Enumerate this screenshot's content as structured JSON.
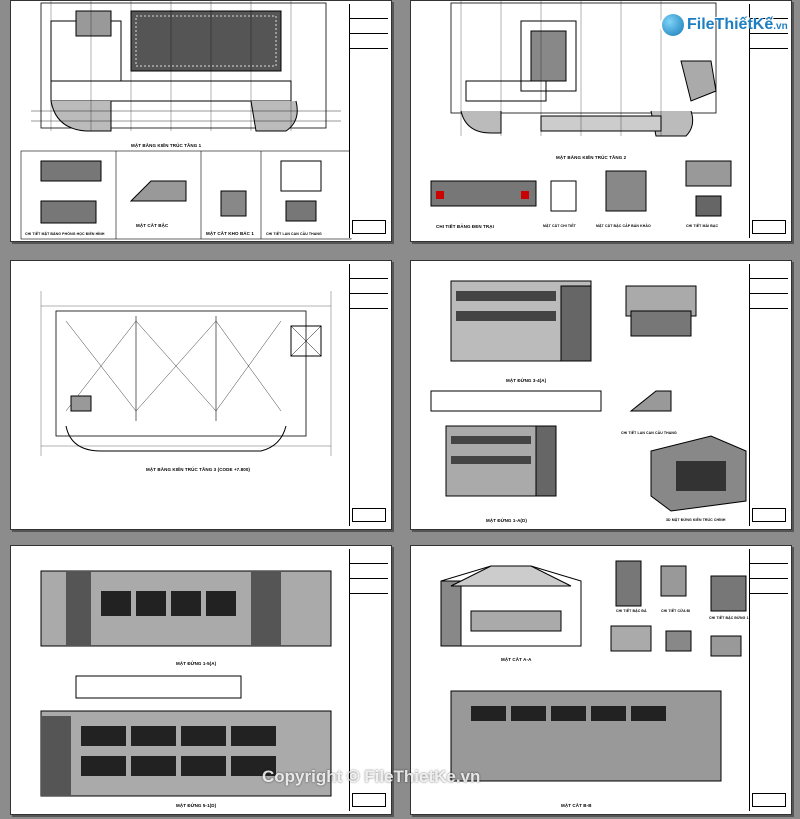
{
  "logo": {
    "brand": "FileThiếtKế",
    "suffix": ".vn"
  },
  "watermark": "Copyright © FileThietKe.vn",
  "sheets": [
    {
      "captions": [
        "MẶT BẰNG KIẾN TRÚC TẦNG 1",
        "MẶT CẮT BẬC",
        "MẶT CẮT KHO BÁC 1",
        "CHI TIẾT MẶT BẰNG PHÒNG HỌC ĐIỂN HÌNH",
        "CHI TIẾT LAN CAN CẦU THANG"
      ]
    },
    {
      "captions": [
        "MẶT BẰNG KIẾN TRÚC TẦNG 2",
        "CHI TIẾT BẢNG ĐEN TRẠI",
        "MẶT CẮT CHI TIẾT",
        "MẶT CẮT BẬC CẤP BÁN KHẢO",
        "CHI TIẾT MÁI BẠC"
      ]
    },
    {
      "captions": [
        "MẶT BẰNG KIẾN TRÚC TẦNG 3 (CODE +7.800)"
      ]
    },
    {
      "captions": [
        "MẶT ĐỨNG 3-4(A)",
        "MẶT ĐỨNG 1-A(D)",
        "CHI TIẾT LAN CAN CẦU THANG",
        "3D MẶT ĐỨNG KIẾN TRÚC CHÍNH"
      ]
    },
    {
      "captions": [
        "MẶT ĐỨNG 1-5(A)",
        "MẶT ĐỨNG 5-1(D)"
      ]
    },
    {
      "captions": [
        "MẶT CẮT A-A",
        "MẶT CẮT B-B",
        "CHI TIẾT BẬC ĐÁ",
        "CHI TIẾT CỬA ĐI",
        "CHI TIẾT BẬC ĐỨNG 1"
      ]
    }
  ]
}
